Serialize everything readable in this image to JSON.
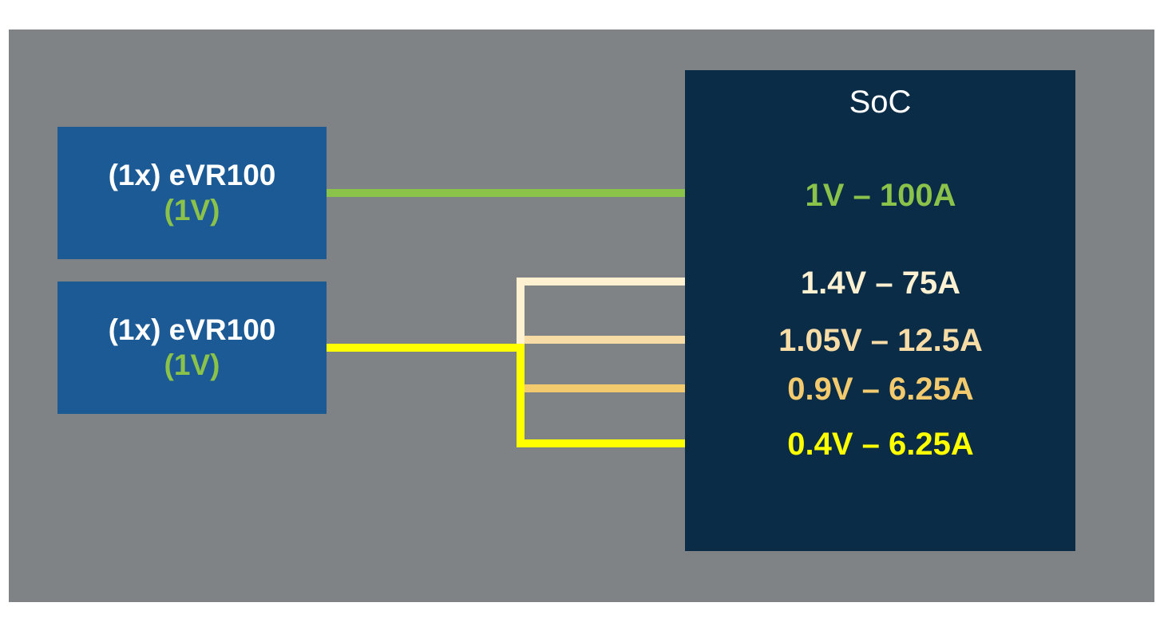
{
  "regulators": [
    {
      "name": "(1x) eVR100",
      "voltage": "(1V)"
    },
    {
      "name": "(1x) eVR100",
      "voltage": "(1V)"
    }
  ],
  "soc": {
    "title": "SoC",
    "rails": [
      {
        "label": "1V – 100A",
        "color": "#8bc34a"
      },
      {
        "label": "1.4V – 75A",
        "color": "#fdf1d2"
      },
      {
        "label": "1.05V – 12.5A",
        "color": "#f7dca6"
      },
      {
        "label": "0.9V – 6.25A",
        "color": "#f3cb6e"
      },
      {
        "label": "0.4V – 6.25A",
        "color": "#ffff00"
      }
    ]
  },
  "colors": {
    "background": "#7f8386",
    "regulator_box": "#1b5a94",
    "soc_box": "#0b2c47",
    "regulator_voltage": "#8bc34a",
    "wire_green": "#8bc34a",
    "wire_yellow": "#ffff00"
  }
}
